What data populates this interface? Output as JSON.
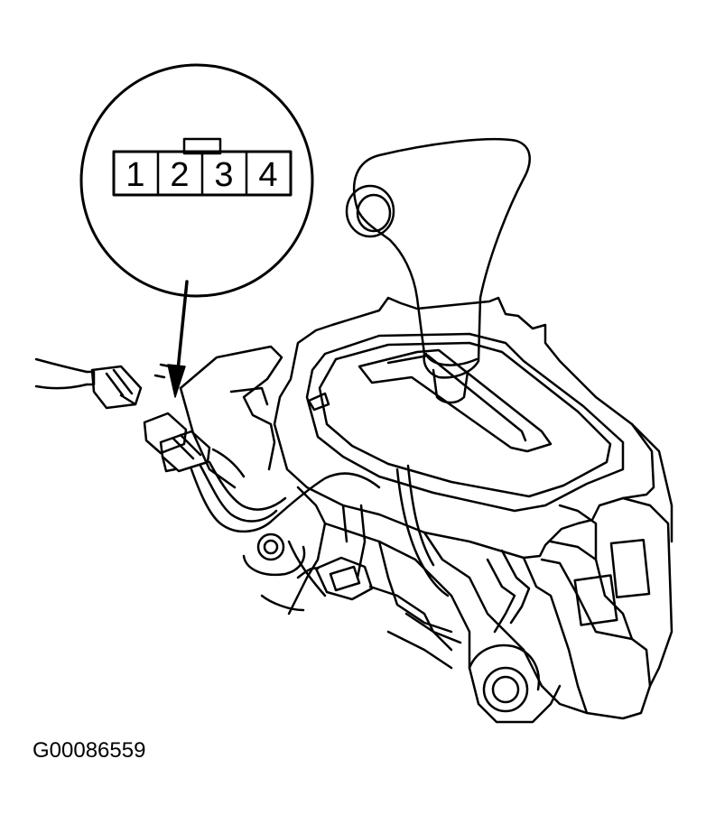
{
  "diagram": {
    "connector_pins": [
      "1",
      "2",
      "3",
      "4"
    ],
    "figure_id": "G00086559"
  }
}
